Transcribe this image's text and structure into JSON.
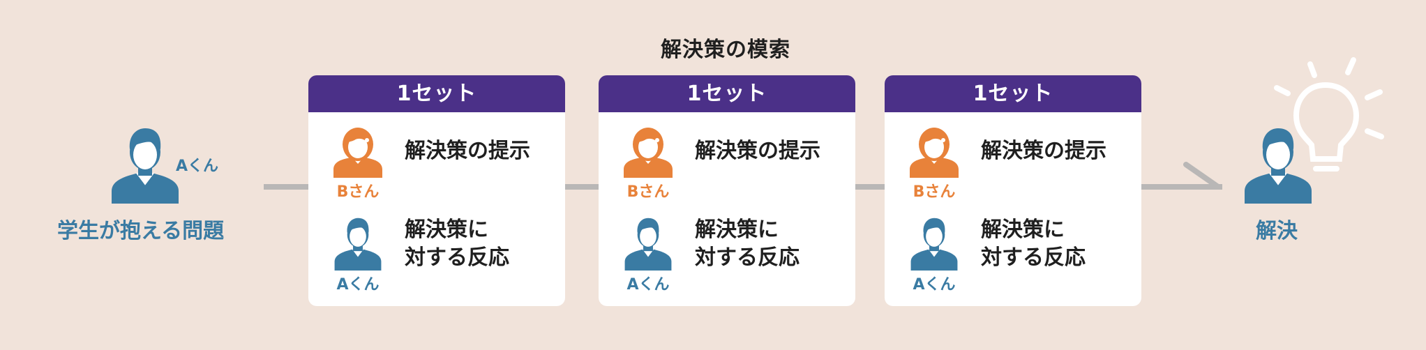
{
  "title": "解決策の模索",
  "left_person": {
    "name": "Aくん",
    "caption": "学生が抱える問題"
  },
  "right_person": {
    "caption": "解決"
  },
  "cards": [
    {
      "header": "1セット",
      "proposal": {
        "name": "Bさん",
        "text": "解決策の提示"
      },
      "response": {
        "name": "Aくん",
        "line1": "解決策に",
        "line2": "対する反応"
      }
    },
    {
      "header": "1セット",
      "proposal": {
        "name": "Bさん",
        "text": "解決策の提示"
      },
      "response": {
        "name": "Aくん",
        "line1": "解決策に",
        "line2": "対する反応"
      }
    },
    {
      "header": "1セット",
      "proposal": {
        "name": "Bさん",
        "text": "解決策の提示"
      },
      "response": {
        "name": "Aくん",
        "line1": "解決策に",
        "line2": "対する反応"
      }
    }
  ],
  "colors": {
    "background": "#f1e3da",
    "header": "#4b3088",
    "male": "#3a7ba3",
    "female": "#e8823a",
    "line": "#b9b7b6"
  },
  "icons": {
    "male": "male-person-icon",
    "female": "female-person-icon",
    "idea": "lightbulb-icon"
  }
}
